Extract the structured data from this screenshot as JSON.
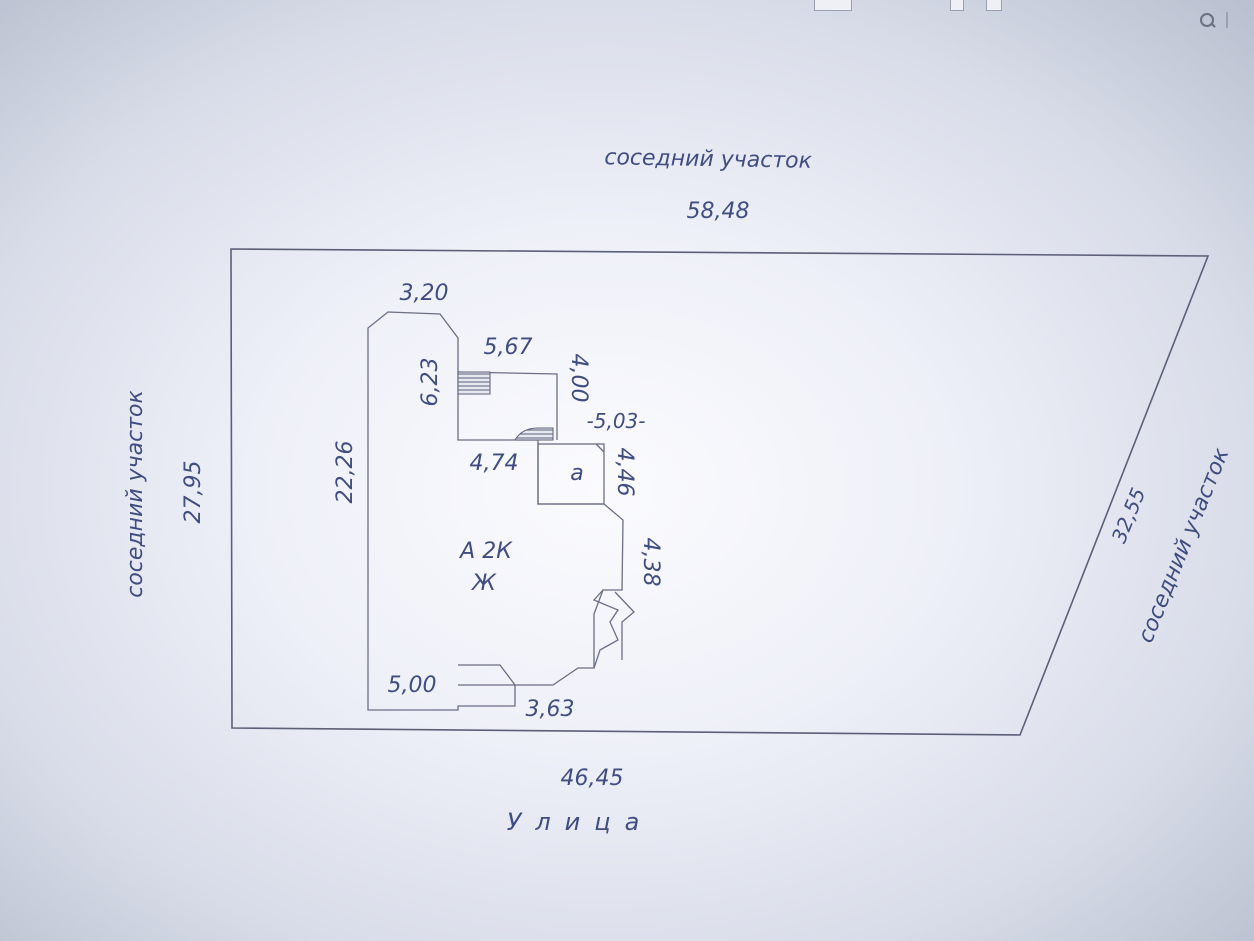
{
  "labels": {
    "top_neighbor": "соседний участок",
    "top_length": "58,48",
    "left_neighbor": "соседний участок",
    "left_length": "27,95",
    "right_neighbor": "соседний участок",
    "right_length": "32,55",
    "bottom_length": "46,45",
    "street": "Улица"
  },
  "building": {
    "width_top": "3,20",
    "depth_upper": "6,23",
    "full_depth": "22,26",
    "porch_width": "5,67",
    "porch_depth": "4,00",
    "annex_offset": "-5,03-",
    "inner_width": "4,74",
    "annex_label": "а",
    "annex_depth": "4,46",
    "side_depth": "4,38",
    "class_label": "А 2К",
    "type_label": "Ж",
    "bottom_left": "5,00",
    "bottom_right": "3,63"
  },
  "colors": {
    "ink": "#3f4d80",
    "line": "#5c5f78"
  },
  "icons": {
    "search": "search-icon"
  }
}
